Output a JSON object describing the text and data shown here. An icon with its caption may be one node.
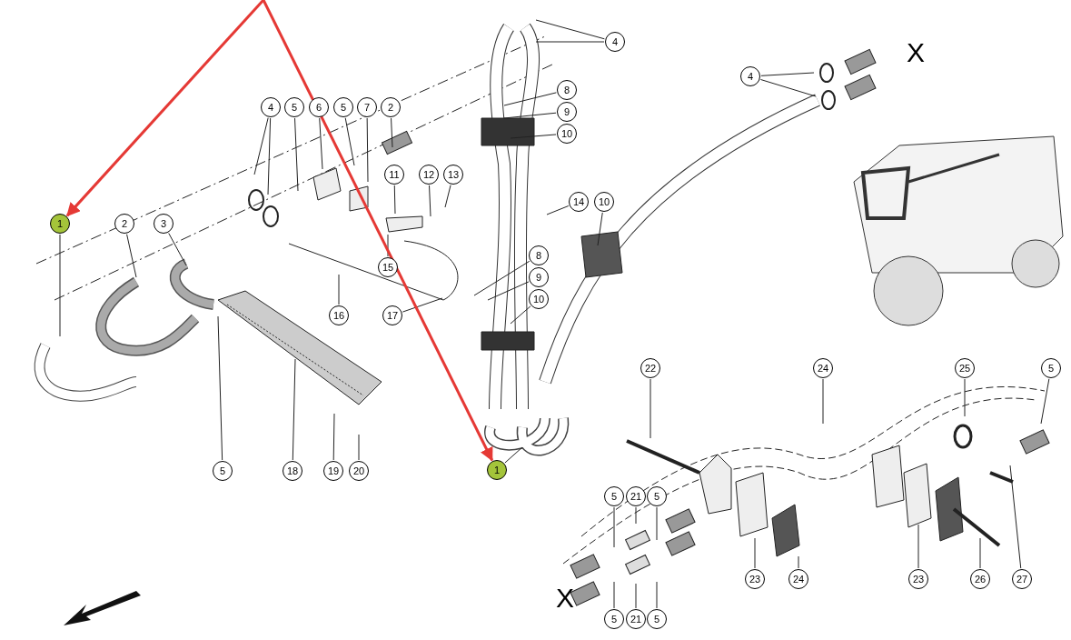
{
  "diagram": {
    "nodes": [
      {
        "text": [
          "1"
        ]
      },
      {
        "text": [
          "2"
        ]
      },
      {
        "text": [
          "3"
        ]
      },
      {
        "text": [
          "4"
        ]
      },
      {
        "text": [
          "5"
        ]
      },
      {
        "text": [
          "6"
        ]
      },
      {
        "text": [
          "5"
        ]
      },
      {
        "text": [
          "7"
        ]
      },
      {
        "text": [
          "2"
        ]
      },
      {
        "text": [
          "11"
        ]
      },
      {
        "text": [
          "12"
        ]
      },
      {
        "text": [
          "13"
        ]
      },
      {
        "text": [
          "15"
        ]
      },
      {
        "text": [
          "16"
        ]
      },
      {
        "text": [
          "17"
        ]
      },
      {
        "text": [
          "4"
        ]
      },
      {
        "text": [
          "8"
        ]
      },
      {
        "text": [
          "9"
        ]
      },
      {
        "text": [
          "10"
        ]
      },
      {
        "text": [
          "14"
        ]
      },
      {
        "text": [
          "10"
        ]
      },
      {
        "text": [
          "8"
        ]
      },
      {
        "text": [
          "9"
        ]
      },
      {
        "text": [
          "10"
        ]
      },
      {
        "text": [
          "4"
        ]
      },
      {
        "text": [
          "5"
        ]
      },
      {
        "text": [
          "18"
        ]
      },
      {
        "text": [
          "19"
        ]
      },
      {
        "text": [
          "20"
        ]
      },
      {
        "text": [
          "1"
        ]
      },
      {
        "text": [
          "22"
        ]
      },
      {
        "text": [
          "24"
        ]
      },
      {
        "text": [
          "25"
        ]
      },
      {
        "text": [
          "5"
        ]
      },
      {
        "text": [
          "5"
        ]
      },
      {
        "text": [
          "21"
        ]
      },
      {
        "text": [
          "5"
        ]
      },
      {
        "text": [
          "23"
        ]
      },
      {
        "text": [
          "24"
        ]
      },
      {
        "text": [
          "23"
        ]
      },
      {
        "text": [
          "26"
        ]
      },
      {
        "text": [
          "27"
        ]
      },
      {
        "text": [
          "5"
        ]
      },
      {
        "text": [
          "21"
        ]
      },
      {
        "text": [
          "5"
        ]
      }
    ],
    "edges": [
      {
        "from": 0,
        "to": null,
        "arrow": "none"
      },
      {
        "from": 1,
        "to": null,
        "arrow": "none"
      },
      {
        "from": 2,
        "to": null,
        "arrow": "none"
      },
      {
        "from": 3,
        "to": null,
        "arrow": "none"
      },
      {
        "from": 3,
        "to": null,
        "arrow": "none"
      },
      {
        "from": 4,
        "to": null,
        "arrow": "none"
      },
      {
        "from": 5,
        "to": null,
        "arrow": "none"
      },
      {
        "from": 6,
        "to": null,
        "arrow": "none"
      },
      {
        "from": 7,
        "to": null,
        "arrow": "none"
      },
      {
        "from": 8,
        "to": null,
        "arrow": "none"
      },
      {
        "from": 9,
        "to": null,
        "arrow": "none"
      },
      {
        "from": 10,
        "to": null,
        "arrow": "none"
      },
      {
        "from": 11,
        "to": null,
        "arrow": "none"
      },
      {
        "from": 12,
        "to": null,
        "arrow": "none"
      },
      {
        "from": 13,
        "to": null,
        "arrow": "none"
      },
      {
        "from": 14,
        "to": null,
        "arrow": "none"
      },
      {
        "from": 15,
        "to": null,
        "arrow": "none"
      },
      {
        "from": 15,
        "to": null,
        "arrow": "none"
      },
      {
        "from": 16,
        "to": null,
        "arrow": "none"
      },
      {
        "from": 17,
        "to": null,
        "arrow": "none"
      },
      {
        "from": 18,
        "to": null,
        "arrow": "none"
      },
      {
        "from": 19,
        "to": null,
        "arrow": "none"
      },
      {
        "from": 20,
        "to": null,
        "arrow": "none"
      },
      {
        "from": 21,
        "to": null,
        "arrow": "none"
      },
      {
        "from": 22,
        "to": null,
        "arrow": "none"
      },
      {
        "from": 23,
        "to": null,
        "arrow": "none"
      },
      {
        "from": 24,
        "to": null,
        "arrow": "none"
      },
      {
        "from": 24,
        "to": null,
        "arrow": "none"
      },
      {
        "from": 25,
        "to": null,
        "arrow": "none"
      },
      {
        "from": 26,
        "to": null,
        "arrow": "none"
      },
      {
        "from": 27,
        "to": null,
        "arrow": "none"
      },
      {
        "from": 28,
        "to": null,
        "arrow": "none"
      },
      {
        "from": 29,
        "to": null,
        "arrow": "none"
      },
      {
        "from": 30,
        "to": null,
        "arrow": "none"
      },
      {
        "from": 31,
        "to": null,
        "arrow": "none"
      },
      {
        "from": 32,
        "to": null,
        "arrow": "none"
      },
      {
        "from": 33,
        "to": null,
        "arrow": "none"
      },
      {
        "from": 34,
        "to": null,
        "arrow": "none"
      },
      {
        "from": 35,
        "to": null,
        "arrow": "none"
      },
      {
        "from": 36,
        "to": null,
        "arrow": "none"
      },
      {
        "from": 37,
        "to": null,
        "arrow": "none"
      },
      {
        "from": 38,
        "to": null,
        "arrow": "none"
      },
      {
        "from": 39,
        "to": null,
        "arrow": "none"
      },
      {
        "from": 40,
        "to": null,
        "arrow": "none"
      },
      {
        "from": 41,
        "to": null,
        "arrow": "none"
      },
      {
        "from": 42,
        "to": null,
        "arrow": "none"
      },
      {
        "from": 43,
        "to": null,
        "arrow": "none"
      },
      {
        "from": 44,
        "to": null,
        "arrow": "none"
      },
      {
        "from": null,
        "to": 0,
        "arrow": "to",
        "style": "thick",
        "color": "#e53935"
      },
      {
        "from": null,
        "to": 29,
        "arrow": "to",
        "style": "thick",
        "color": "#e53935"
      }
    ],
    "labels": [
      "X",
      "X"
    ]
  }
}
